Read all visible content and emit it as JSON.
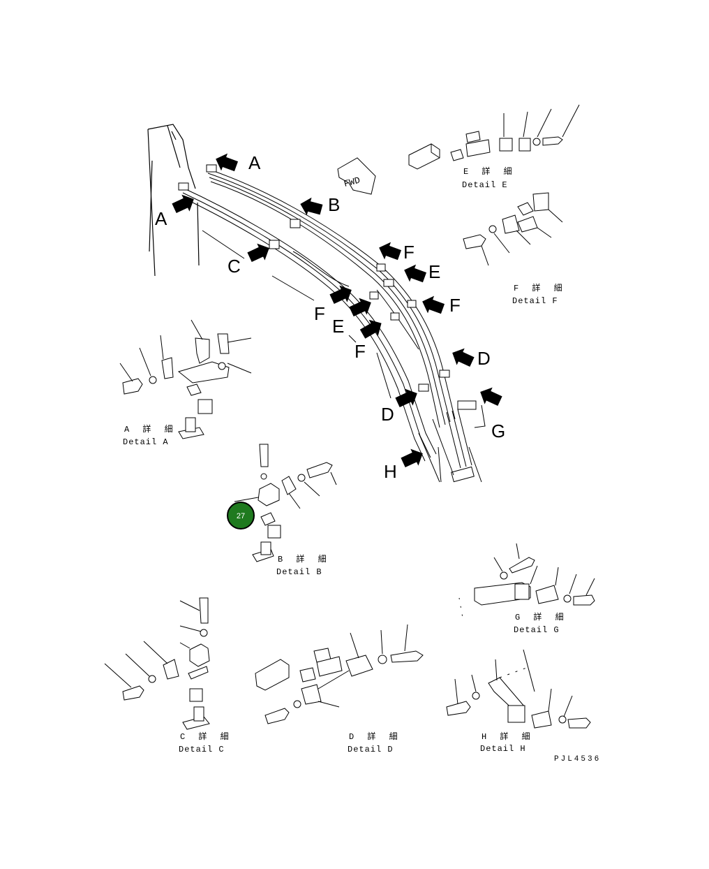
{
  "diagram": {
    "fwd_label": "FWD",
    "part_code": "PJL4536",
    "callouts": [
      {
        "letter": "A"
      },
      {
        "letter": "A"
      },
      {
        "letter": "B"
      },
      {
        "letter": "C"
      },
      {
        "letter": "F"
      },
      {
        "letter": "E"
      },
      {
        "letter": "F"
      },
      {
        "letter": "F"
      },
      {
        "letter": "E"
      },
      {
        "letter": "F"
      },
      {
        "letter": "D"
      },
      {
        "letter": "D"
      },
      {
        "letter": "G"
      },
      {
        "letter": "H"
      }
    ],
    "details": [
      {
        "jp": "E 詳 細",
        "en": "Detail E"
      },
      {
        "jp": "F 詳 細",
        "en": "Detail F"
      },
      {
        "jp": "A 詳 細",
        "en": "Detail A"
      },
      {
        "jp": "B 詳 細",
        "en": "Detail B"
      },
      {
        "jp": "G 詳 細",
        "en": "Detail G"
      },
      {
        "jp": "C 詳 細",
        "en": "Detail C"
      },
      {
        "jp": "D 詳 細",
        "en": "Detail D"
      },
      {
        "jp": "H 詳 細",
        "en": "Detail H"
      }
    ],
    "hotspot": {
      "number": "27",
      "color": "#1f7a1f"
    }
  }
}
